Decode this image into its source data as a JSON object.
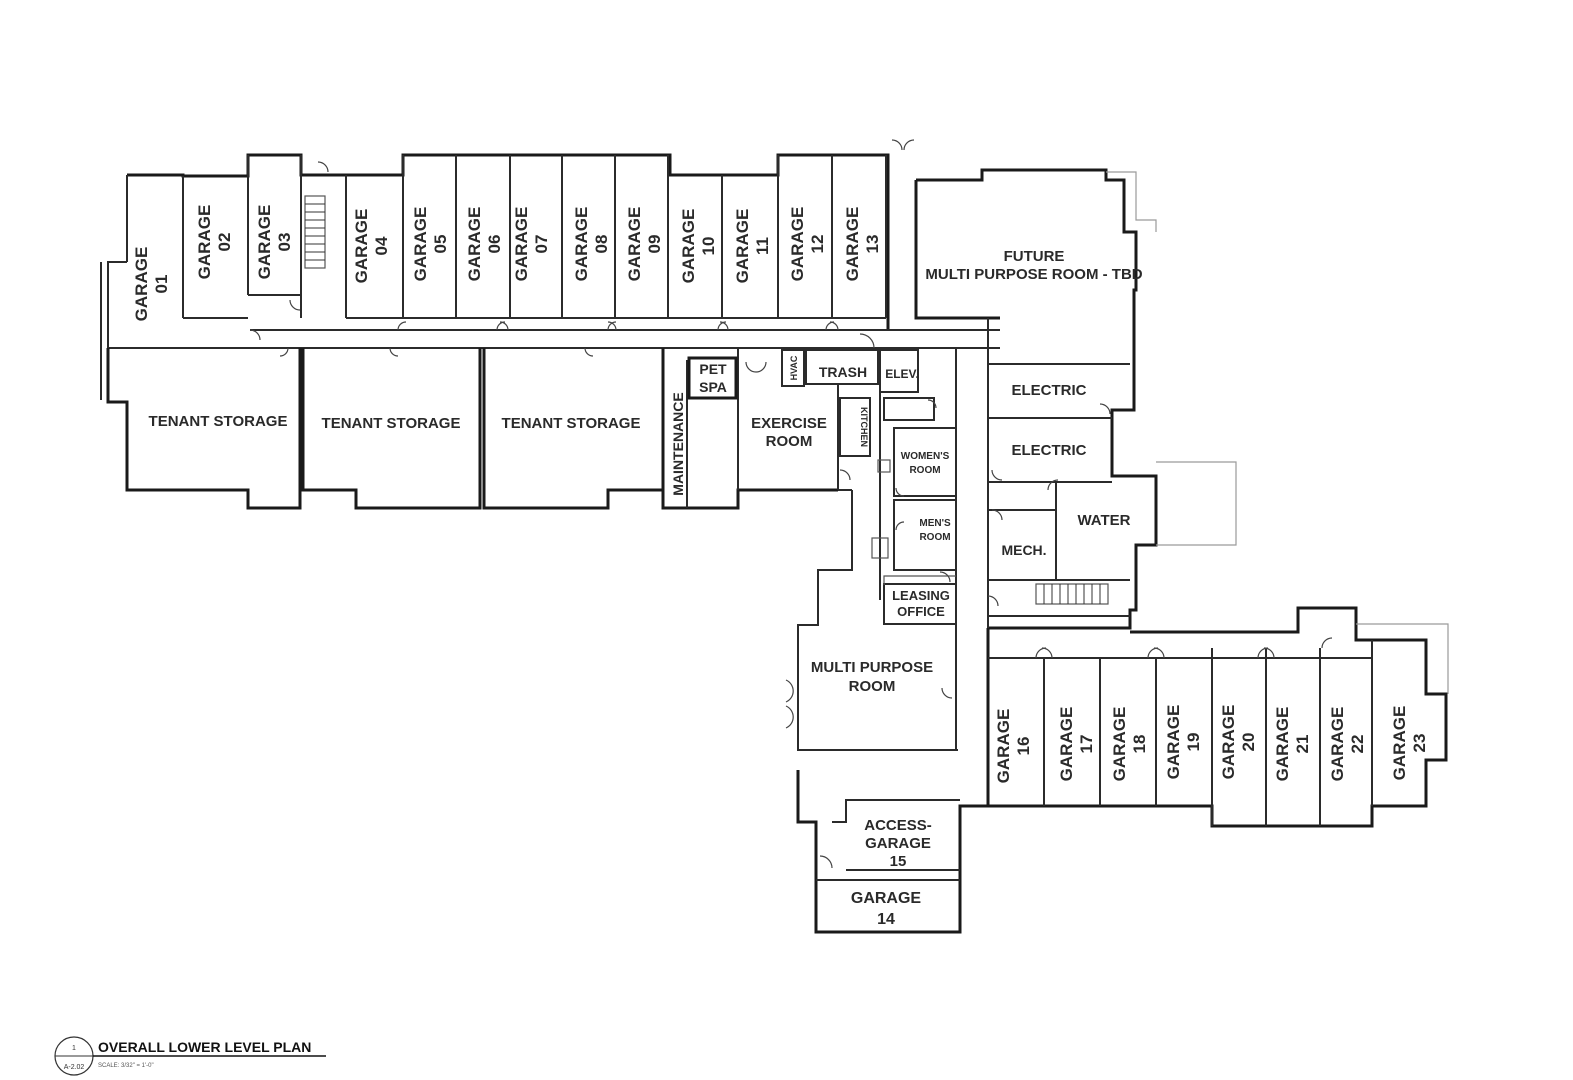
{
  "title_block": {
    "detail_number": "1",
    "sheet_number": "A-2.02",
    "title": "OVERALL LOWER LEVEL PLAN",
    "scale": "SCALE: 3/32\" = 1'-0\""
  },
  "rooms": {
    "garage_01": [
      "GARAGE",
      "01"
    ],
    "garage_02": [
      "GARAGE",
      "02"
    ],
    "garage_03": [
      "GARAGE",
      "03"
    ],
    "garage_04": [
      "GARAGE",
      "04"
    ],
    "garage_05": [
      "GARAGE",
      "05"
    ],
    "garage_06": [
      "GARAGE",
      "06"
    ],
    "garage_07": [
      "GARAGE",
      "07"
    ],
    "garage_08": [
      "GARAGE",
      "08"
    ],
    "garage_09": [
      "GARAGE",
      "09"
    ],
    "garage_10": [
      "GARAGE",
      "10"
    ],
    "garage_11": [
      "GARAGE",
      "11"
    ],
    "garage_12": [
      "GARAGE",
      "12"
    ],
    "garage_13": [
      "GARAGE",
      "13"
    ],
    "garage_14": [
      "GARAGE",
      "14"
    ],
    "access_garage_15": [
      "ACCESS-",
      "GARAGE",
      "15"
    ],
    "garage_16": [
      "GARAGE",
      "16"
    ],
    "garage_17": [
      "GARAGE",
      "17"
    ],
    "garage_18": [
      "GARAGE",
      "18"
    ],
    "garage_19": [
      "GARAGE",
      "19"
    ],
    "garage_20": [
      "GARAGE",
      "20"
    ],
    "garage_21": [
      "GARAGE",
      "21"
    ],
    "garage_22": [
      "GARAGE",
      "22"
    ],
    "garage_23": [
      "GARAGE",
      "23"
    ],
    "future_multi_purpose": [
      "FUTURE",
      "MULTI PURPOSE ROOM - TBD"
    ],
    "tenant_storage_1": [
      "TENANT STORAGE"
    ],
    "tenant_storage_2": [
      "TENANT STORAGE"
    ],
    "tenant_storage_3": [
      "TENANT STORAGE"
    ],
    "maintenance": [
      "MAINTENANCE"
    ],
    "pet_spa": [
      "PET",
      "SPA"
    ],
    "hvac": [
      "HVAC"
    ],
    "trash": [
      "TRASH"
    ],
    "elevator": [
      "ELEV."
    ],
    "kitchen": [
      "KITCHEN"
    ],
    "exercise_room": [
      "EXERCISE",
      "ROOM"
    ],
    "womens_room": [
      "WOMEN'S",
      "ROOM"
    ],
    "mens_room": [
      "MEN'S",
      "ROOM"
    ],
    "leasing_office": [
      "LEASING",
      "OFFICE"
    ],
    "multi_purpose_room": [
      "MULTI PURPOSE",
      "ROOM"
    ],
    "electric_1": [
      "ELECTRIC"
    ],
    "electric_2": [
      "ELECTRIC"
    ],
    "water": [
      "WATER"
    ],
    "mech": [
      "MECH."
    ]
  }
}
